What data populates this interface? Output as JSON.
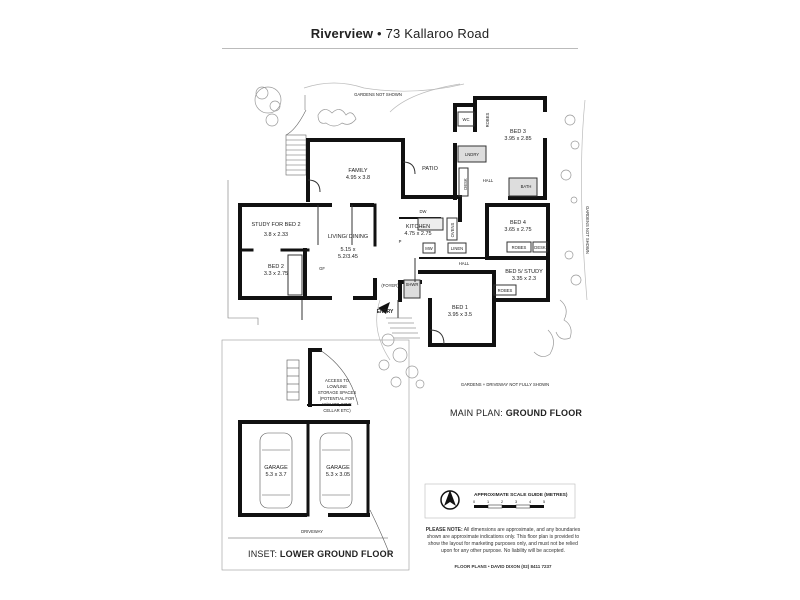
{
  "header": {
    "name": "Riverview",
    "separator": "•",
    "address": "73 Kallaroo Road"
  },
  "rooms": {
    "family": {
      "name": "FAMILY",
      "dim": "4.95 x 3.8"
    },
    "study": {
      "name": "STUDY FOR BED 2",
      "dim": "3.8 x 2.33"
    },
    "bed2": {
      "name": "BED 2",
      "dim": "3.3 x 2.75"
    },
    "living": {
      "name": "LIVING/ DINING",
      "dim1": "5.15 x",
      "dim2": "5.2/3.45"
    },
    "kitchen": {
      "name": "KITCHEN",
      "dim": "4.75 x 2.75"
    },
    "patio": {
      "name": "PATIO"
    },
    "bed3": {
      "name": "BED 3",
      "dim": "3.95 x 2.85"
    },
    "bed4": {
      "name": "BED 4",
      "dim": "3.65 x 2.75"
    },
    "bed5": {
      "name": "BED 5/ STUDY",
      "dim": "3.35 x 2.3"
    },
    "bed1": {
      "name": "BED 1",
      "dim": "3.95 x 3.5"
    },
    "garage1": {
      "name": "GARAGE",
      "dim": "5.3 x 3.7"
    },
    "garage2": {
      "name": "GARAGE",
      "dim": "5.3 x 3.05"
    }
  },
  "small": {
    "wc": "WC",
    "robes": "ROBES",
    "lndry": "LNDRY",
    "hall": "HALL",
    "bath": "BATH",
    "desk": "DESK",
    "dw": "DW",
    "linen": "LINEN",
    "shwr": "SHWR",
    "foyer": "(FOYER)",
    "entry": "ENTRY",
    "gf": "GF",
    "mw": "MW",
    "pantry": "P",
    "ovens": "OVENS",
    "driveway": "DRIVEWAY"
  },
  "notes": {
    "gardens_top": "GARDENS NOT SHOWN",
    "gardens_right": "GARDENS NOT SHOWN",
    "gardens_bottom": "GARDENS + DRIVEWAY NOT FULLY SHOWN",
    "storage": [
      "ACCESS TO",
      "LOW/LINE",
      "STORAGE SPACES",
      "(POTENTIAL FOR",
      "W/SHOP, WINE",
      "CELLAR ETC)"
    ]
  },
  "captions": {
    "main_prefix": "MAIN PLAN:",
    "main_bold": "GROUND FLOOR",
    "inset_prefix": "INSET:",
    "inset_bold": "LOWER GROUND FLOOR"
  },
  "scale": {
    "title": "APPROXIMATE SCALE GUIDE (METRES)",
    "ticks": [
      "0",
      "1",
      "2",
      "3",
      "4",
      "5"
    ]
  },
  "disclaimer": {
    "label": "PLEASE NOTE:",
    "text": "All dimensions are approximate, and any boundaries shown are approximate indications only. This floor plan is provided to show the layout for marketing purposes only, and must not be relied upon for any other purpose. No liability will be accepted."
  },
  "credit": "FLOOR PLANS • DAVID DIXON (02) 8411 7237"
}
